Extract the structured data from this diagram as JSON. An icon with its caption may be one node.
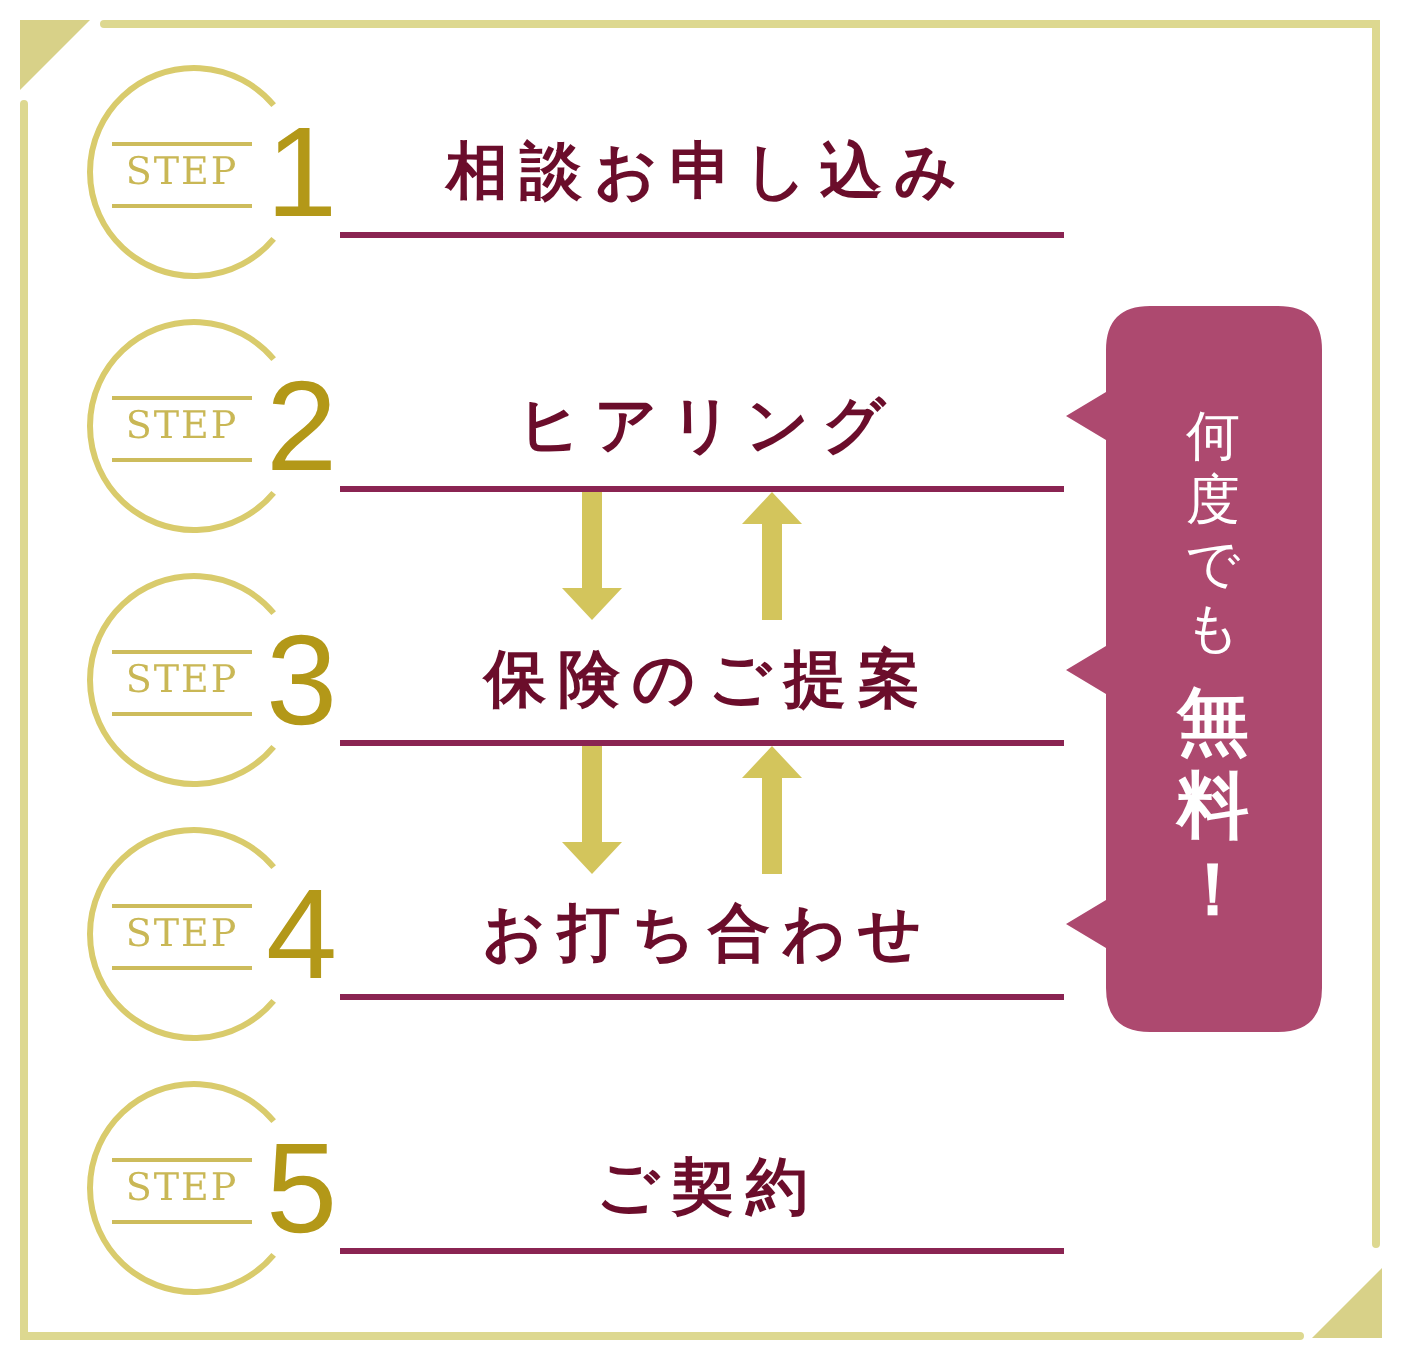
{
  "diagram": {
    "nodes": [
      {
        "text": [
          "STEP",
          "1"
        ]
      },
      {
        "text": [
          "相談お申し込み"
        ]
      },
      {
        "text": [
          "STEP",
          "2"
        ]
      },
      {
        "text": [
          "ヒアリング"
        ]
      },
      {
        "text": [
          "STEP",
          "3"
        ]
      },
      {
        "text": [
          "保険のご提案"
        ]
      },
      {
        "text": [
          "STEP",
          "4"
        ]
      },
      {
        "text": [
          "お打ち合わせ"
        ]
      },
      {
        "text": [
          "STEP",
          "5"
        ]
      },
      {
        "text": [
          "ご契約"
        ]
      },
      {
        "text": [
          "何度でも",
          "無料！"
        ]
      }
    ],
    "edges": [
      {
        "from": 3,
        "to": 5,
        "arrow": "to"
      },
      {
        "from": 5,
        "to": 3,
        "arrow": "to"
      },
      {
        "from": 5,
        "to": 7,
        "arrow": "to"
      },
      {
        "from": 7,
        "to": 5,
        "arrow": "to"
      }
    ]
  }
}
